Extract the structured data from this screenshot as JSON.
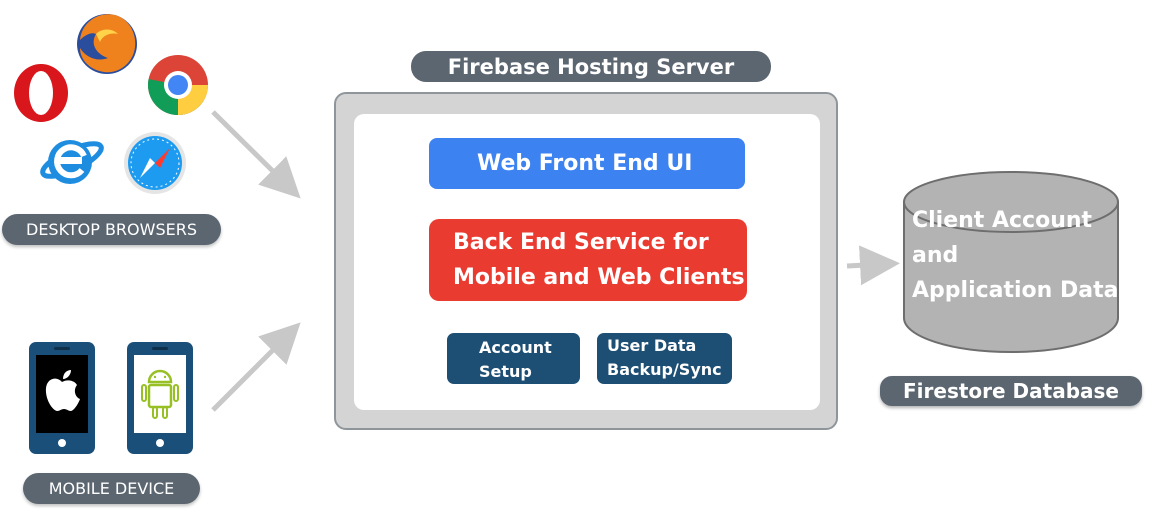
{
  "clients": {
    "desktop_label": "DESKTOP BROWSERS",
    "mobile_label": "MOBILE DEVICE",
    "browser_icons": [
      "firefox-icon",
      "opera-icon",
      "chrome-icon",
      "ie-icon",
      "safari-icon"
    ],
    "mobile_icons": [
      "apple-phone-icon",
      "android-phone-icon"
    ]
  },
  "server": {
    "title": "Firebase Hosting Server",
    "frontend_label": "Web Front End UI",
    "backend_line1": "Back End Service for",
    "backend_line2": "Mobile and Web Clients",
    "account_line1": "Account",
    "account_line2": "Setup",
    "userdata_line1": "User Data",
    "userdata_line2": "Backup/Sync"
  },
  "database": {
    "text_line1": "Client Account",
    "text_line2": "and",
    "text_line3": "Application Data",
    "label": "Firestore Database"
  },
  "colors": {
    "frontend": "#3c82f0",
    "backend": "#ea3b31",
    "small_blocks": "#1d4e73",
    "pill": "#5b6671",
    "arrow": "#c8c8c8",
    "database": "#b3b3b3"
  }
}
